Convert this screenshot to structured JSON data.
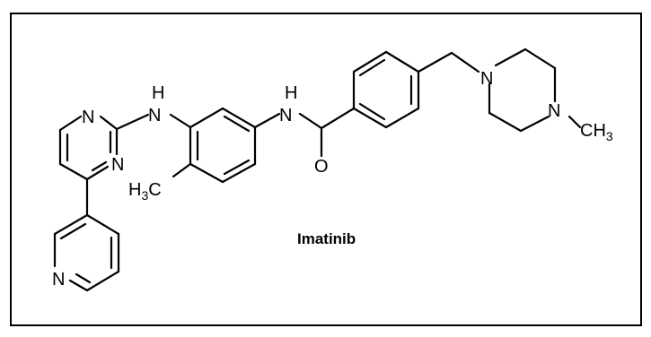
{
  "figure": {
    "caption": "Imatinib",
    "atoms": {
      "n_pyrimidine_top": "N",
      "nh_left_h": "H",
      "nh_left_n": "N",
      "n_pyrimidine_bottom": "N",
      "methyl_h": "H",
      "methyl_sub": "3",
      "methyl_c": "C",
      "n_pyridine": "N",
      "nh_right_h": "H",
      "nh_right_n": "N",
      "carbonyl_o": "O",
      "piperazine_n1": "N",
      "piperazine_n2": "N",
      "nmethyl_ch": "CH",
      "nmethyl_sub": "3"
    }
  }
}
